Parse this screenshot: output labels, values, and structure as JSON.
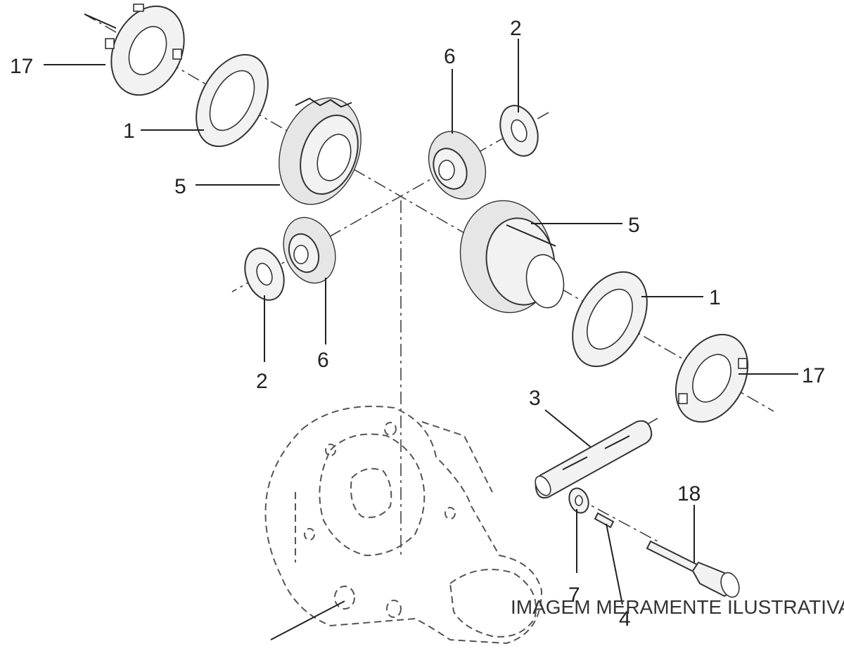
{
  "labels": {
    "l17a": "17",
    "l1a": "1",
    "l5a": "5",
    "l6a": "6",
    "l2a": "2",
    "l5b": "5",
    "l1b": "1",
    "l17b": "17",
    "l2b": "2",
    "l6b": "6",
    "l3": "3",
    "l18": "18",
    "l7": "7",
    "l4": "4"
  },
  "watermark": "IMAGEM MERAMENTE ILUSTRATIVA"
}
